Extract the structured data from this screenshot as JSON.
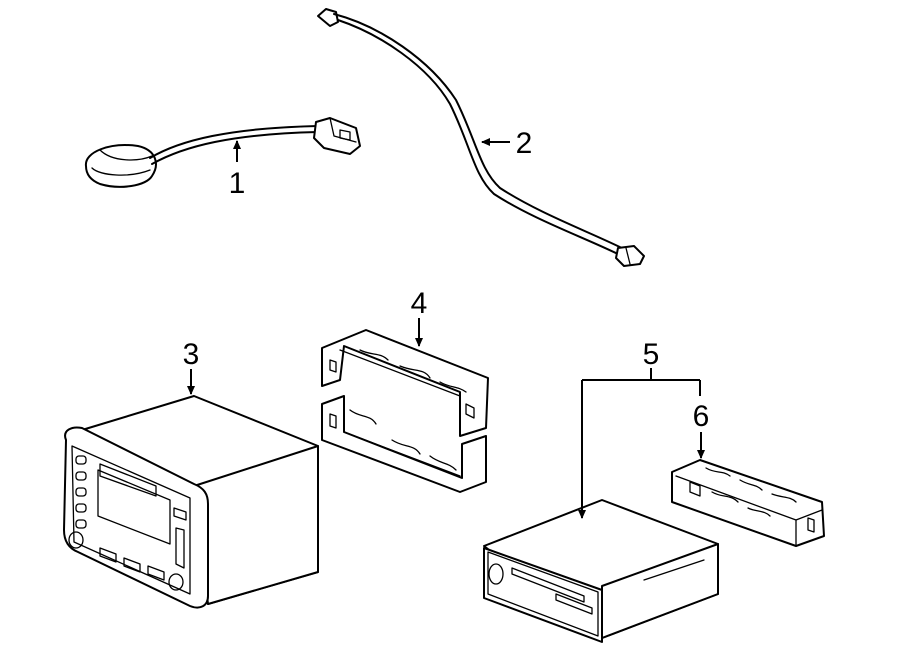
{
  "parts": [
    {
      "callout": "1",
      "name": "gps-antenna"
    },
    {
      "callout": "2",
      "name": "antenna-cable"
    },
    {
      "callout": "3",
      "name": "navigation-unit"
    },
    {
      "callout": "4",
      "name": "mounting-bracket"
    },
    {
      "callout": "5",
      "name": "radio-receiver"
    },
    {
      "callout": "6",
      "name": "receiver-bracket"
    }
  ],
  "colors": {
    "line": "#000000",
    "background": "#ffffff"
  }
}
